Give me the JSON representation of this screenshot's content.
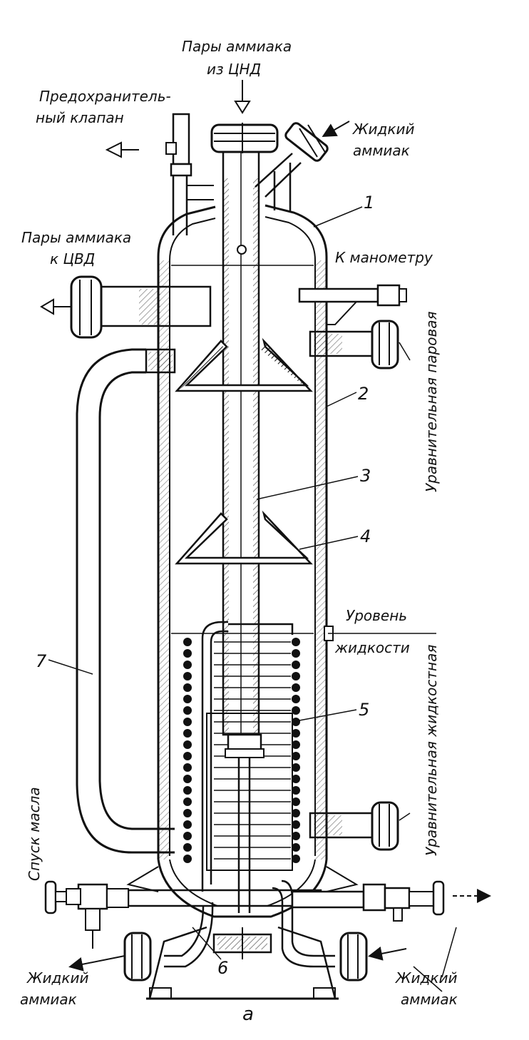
{
  "labels": {
    "vapor_from_lpc": [
      "Пары аммиака",
      "из ЦНД"
    ],
    "safety_valve": [
      "Предохранитель-",
      "ный клапан"
    ],
    "liquid_in_top": [
      "Жидкий",
      "аммиак"
    ],
    "vapor_to_hpc": [
      "Пары аммиака",
      "к ЦВД"
    ],
    "to_gauge": "К манометру",
    "equalizing_vapor": "Уравнительная паровая",
    "liquid_level": [
      "Уровень",
      "жидкости"
    ],
    "equalizing_liquid": "Уравнительная жидкостная",
    "oil_drain": "Спуск масла",
    "liquid_out_left": [
      "Жидкий",
      "аммиак"
    ],
    "liquid_out_right": [
      "Жидкий",
      "аммиак"
    ],
    "figure_letter": "а"
  },
  "callouts": [
    "1",
    "2",
    "3",
    "4",
    "5",
    "6",
    "7"
  ],
  "colors": {
    "ink": "#111111",
    "paper": "#ffffff"
  }
}
